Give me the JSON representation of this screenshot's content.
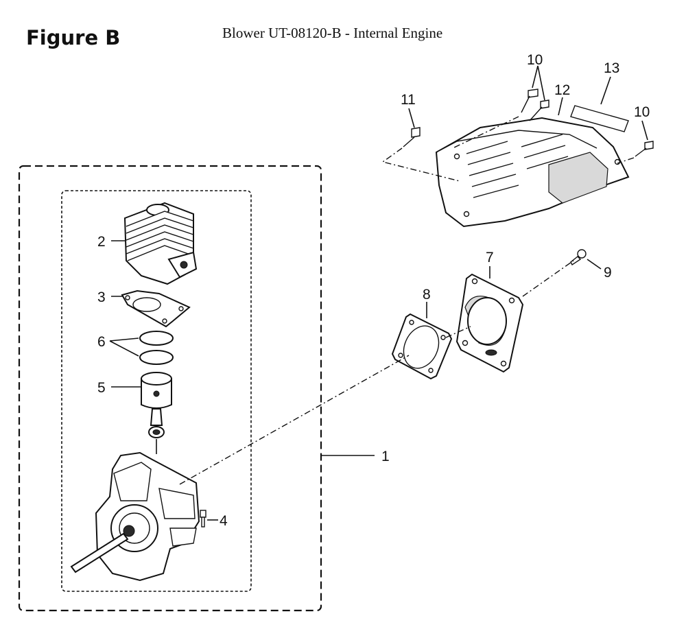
{
  "figure_label": "Figure B",
  "title": "Blower UT-08120-B - Internal Engine",
  "callouts": {
    "c1": "1",
    "c2": "2",
    "c3": "3",
    "c4": "4",
    "c5": "5",
    "c6": "6",
    "c7": "7",
    "c8": "8",
    "c9": "9",
    "c10a": "10",
    "c10b": "10",
    "c11": "11",
    "c12": "12",
    "c13": "13"
  }
}
